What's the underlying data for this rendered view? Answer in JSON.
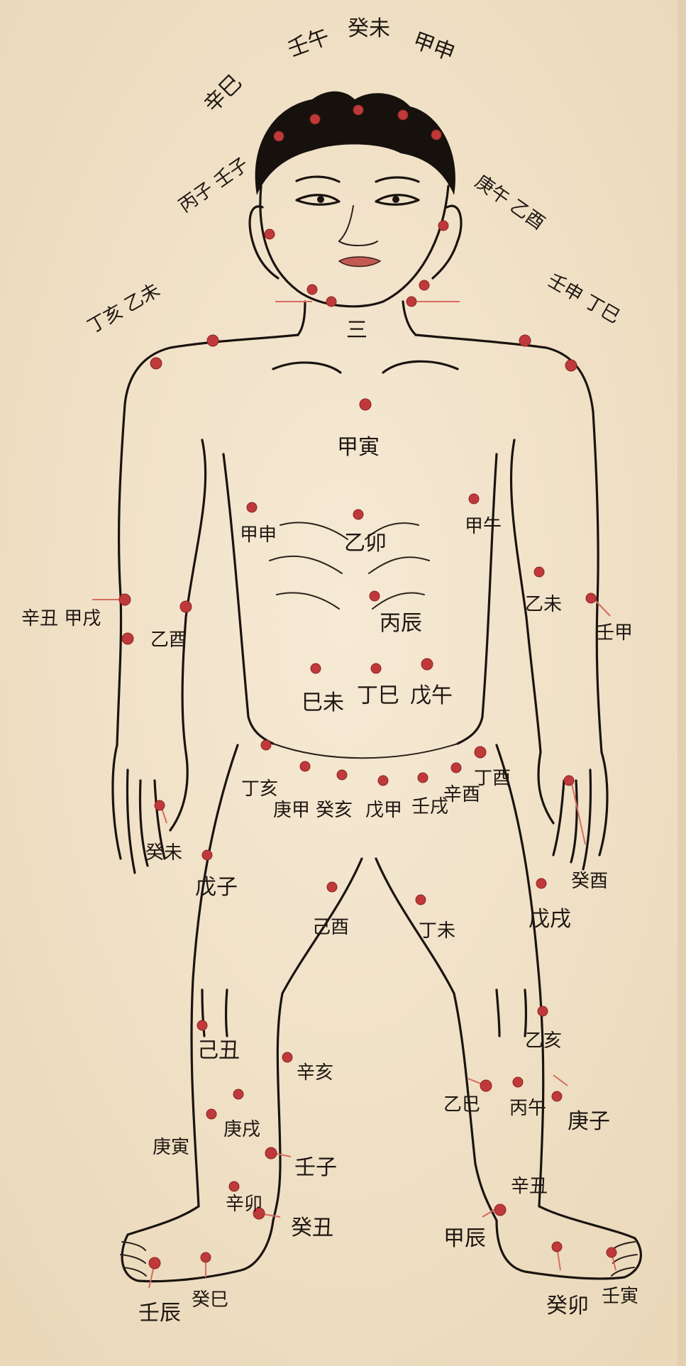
{
  "chart_title": "",
  "colors": {
    "paper": "#f4e6cf",
    "ink": "#1a1410",
    "point": "#c0393a",
    "leader": "#d86b5f"
  },
  "labels": {
    "head_1": "辛巳",
    "head_2": "壬午",
    "head_3": "癸未",
    "head_4": "甲申",
    "face_left": "丙子 壬子",
    "face_right": "庚午 乙酉",
    "shoulder_left": "丁亥 乙未",
    "shoulder_right": "壬申 丁巳",
    "chest_1": "甲寅",
    "chest_2": "乙卯",
    "chest_3": "丙辰",
    "chest_left": "甲申",
    "chest_right": "甲午",
    "arm_left_out": "辛丑 甲戌",
    "arm_left_in": "乙酉",
    "arm_right_in": "乙未",
    "arm_right_out": "壬甲",
    "belly_1": "巳未",
    "belly_2": "丁巳",
    "belly_3": "戊午",
    "waist_1": "丁亥",
    "waist_2": "庚甲",
    "waist_3": "癸亥",
    "waist_4": "戊甲",
    "waist_5": "壬戌",
    "waist_6": "辛酉",
    "waist_7": "丁酉",
    "hand_left": "癸未",
    "thigh_left": "戊子",
    "groin": "己酉",
    "thigh_right_in": "丁未",
    "thigh_right": "戊戌",
    "hand_right": "癸酉",
    "knee_left": "己丑",
    "shin_left_in": "辛亥",
    "knee_right_in": "乙巳",
    "knee_right": "乙亥",
    "shin_right_in": "丙午",
    "shin_right_out": "庚子",
    "shin_left_1": "庚戌",
    "shin_left_out": "庚寅",
    "ankle_left": "壬子",
    "ankle_left_2": "辛卯",
    "heel_left": "癸丑",
    "ankle_right": "辛丑",
    "heel_right": "甲辰",
    "toe_left_1": "壬辰",
    "toe_left_2": "癸巳",
    "toe_right_1": "癸卯",
    "toe_right_2": "壬寅",
    "neck_mark": "三"
  }
}
